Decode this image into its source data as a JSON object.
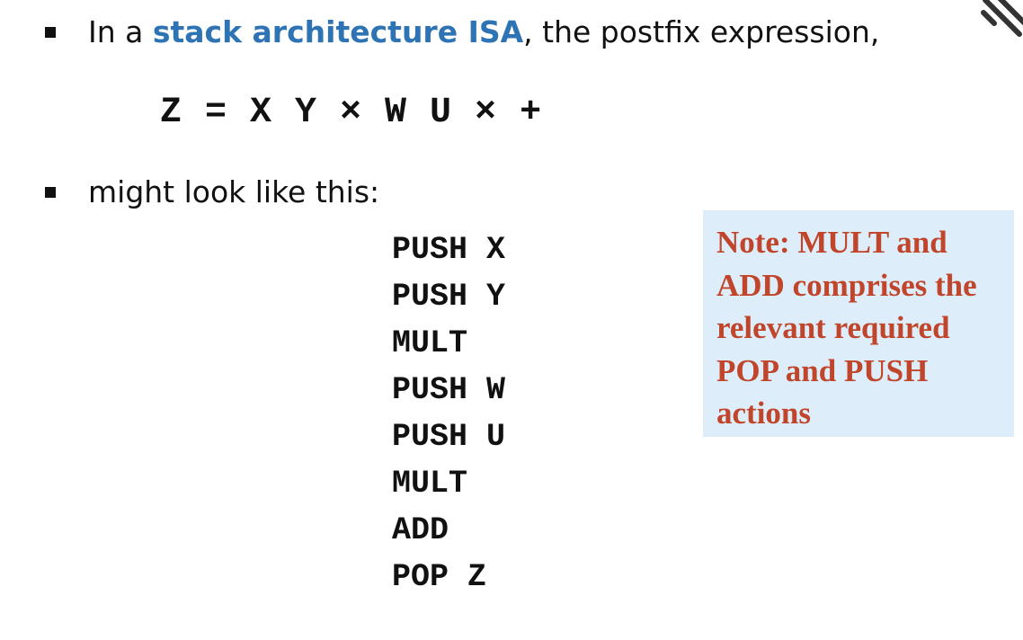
{
  "bullet1": {
    "prefix": "In a ",
    "highlight": "stack architecture ISA",
    "suffix": ", the postfix expression,"
  },
  "expression": "Z = X Y × W U × +",
  "bullet2": {
    "text": "might look like this:"
  },
  "code_lines": [
    "PUSH X",
    "PUSH Y",
    "MULT",
    "PUSH W",
    "PUSH U",
    "MULT",
    "ADD",
    "POP Z"
  ],
  "note": {
    "text": "Note: MULT and ADD comprises the relevant required POP and PUSH actions"
  },
  "colors": {
    "highlight": "#2e74b5",
    "note_text": "#c0452b",
    "note_background": "#ddeefa"
  }
}
